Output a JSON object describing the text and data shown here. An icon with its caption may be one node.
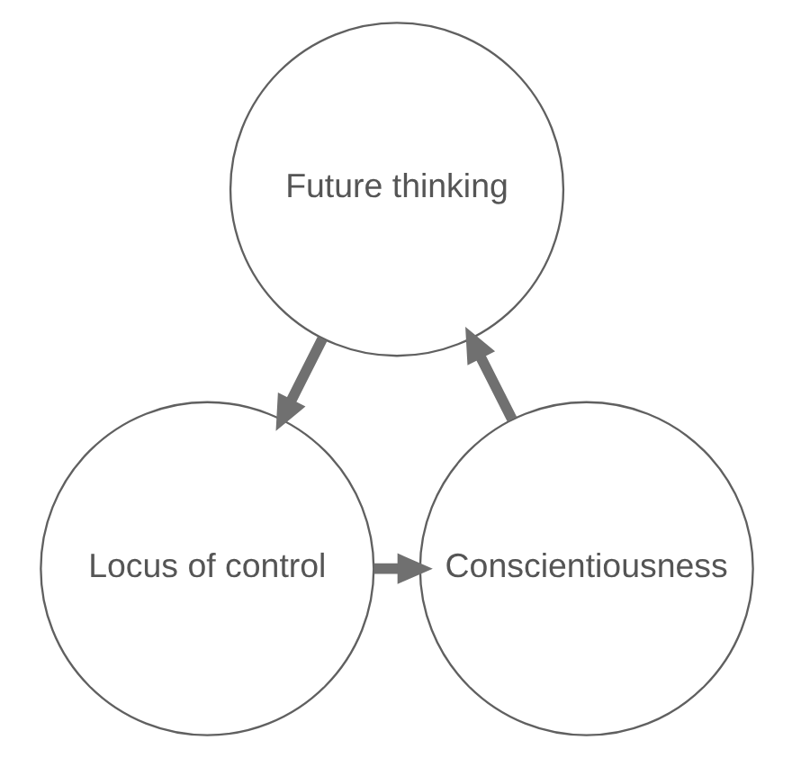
{
  "diagram": {
    "nodes": [
      {
        "text": [
          "Future thinking"
        ]
      },
      {
        "text": [
          "Locus of control"
        ]
      },
      {
        "text": [
          "Conscientiousness"
        ]
      }
    ],
    "edges": [
      {
        "from": 0,
        "to": 1,
        "arrow": "to"
      },
      {
        "from": 1,
        "to": 2,
        "arrow": "to"
      },
      {
        "from": 2,
        "to": 0,
        "arrow": "to"
      }
    ]
  }
}
